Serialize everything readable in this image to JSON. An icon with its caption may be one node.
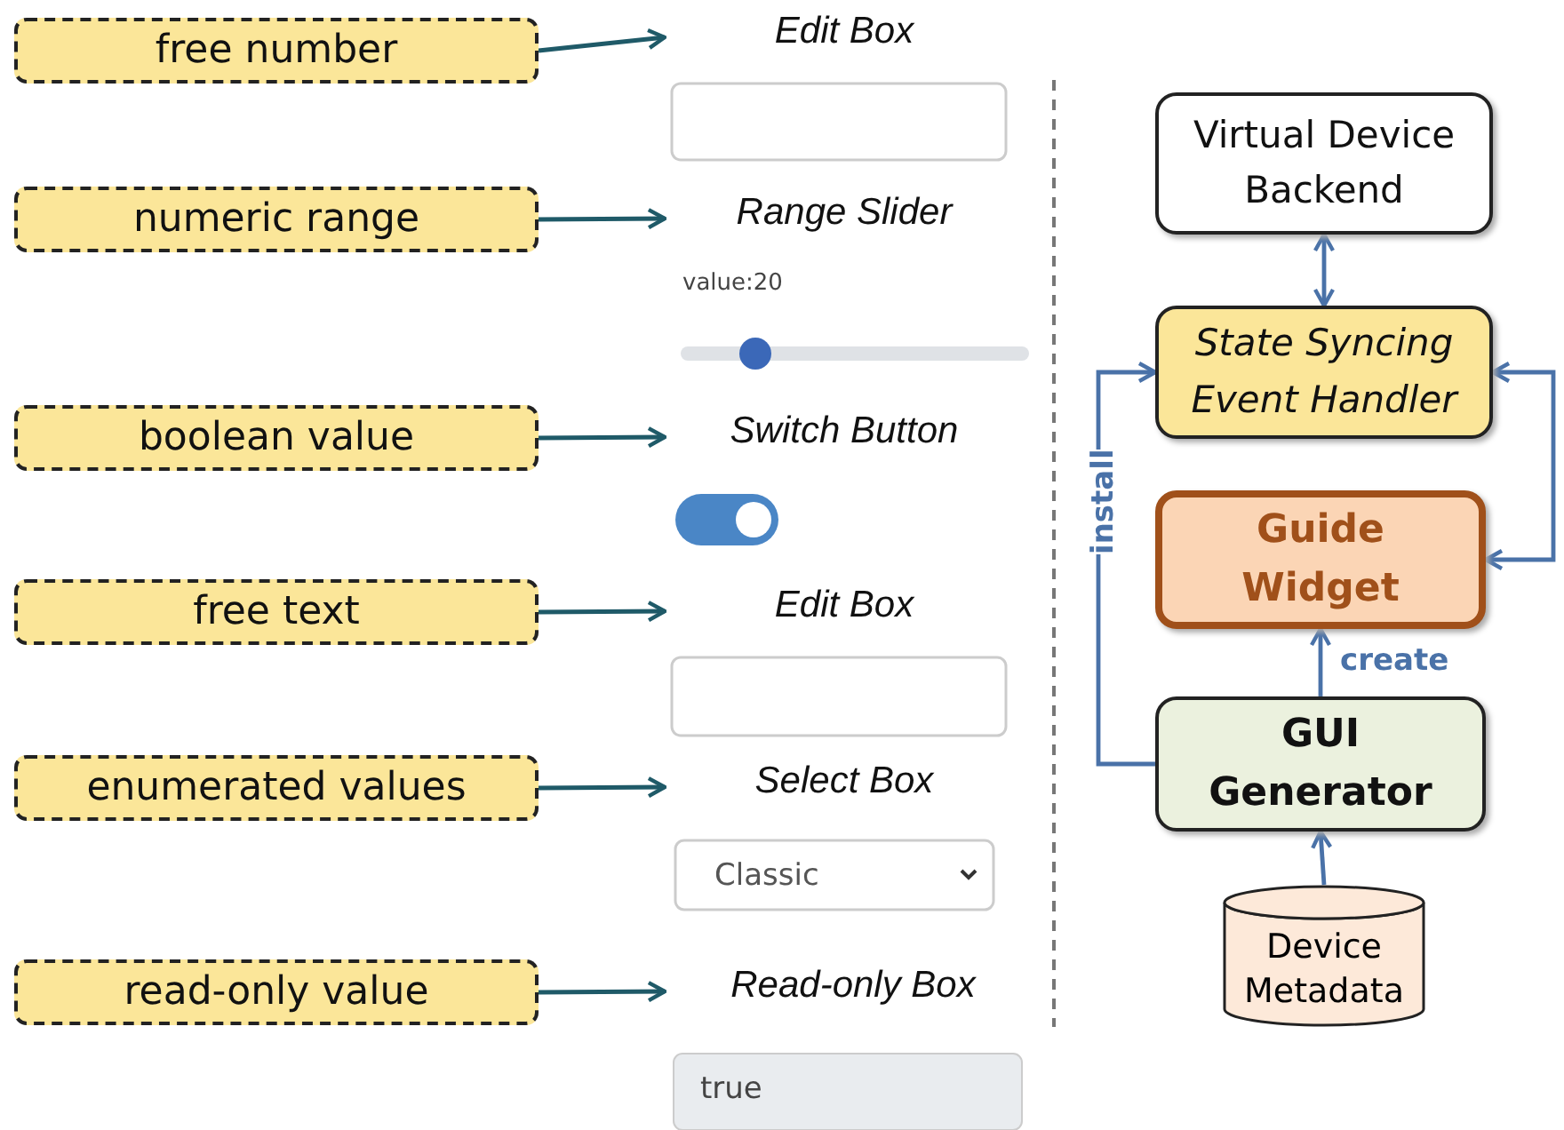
{
  "diagram": {
    "nodes": [
      {
        "text": [
          "free number"
        ]
      },
      {
        "text": [
          "Edit Box"
        ]
      },
      {
        "text": [
          "numeric range"
        ]
      },
      {
        "text": [
          "Range Slider"
        ]
      },
      {
        "text": [
          "boolean value"
        ]
      },
      {
        "text": [
          "Switch Button"
        ]
      },
      {
        "text": [
          "free text"
        ]
      },
      {
        "text": [
          "Edit Box"
        ]
      },
      {
        "text": [
          "enumerated values"
        ]
      },
      {
        "text": [
          "Select Box"
        ]
      },
      {
        "text": [
          "read-only value"
        ]
      },
      {
        "text": [
          "Read-only Box"
        ]
      },
      {
        "text": [
          "Virtual Device Backend"
        ]
      },
      {
        "text": [
          "State Syncing Event Handler"
        ]
      },
      {
        "text": [
          "Guide Widget"
        ]
      },
      {
        "text": [
          "GUI Generator"
        ]
      },
      {
        "text": [
          "Device Metadata"
        ]
      }
    ],
    "edges": [
      {
        "from": 0,
        "to": 1,
        "arrow": "to"
      },
      {
        "from": 2,
        "to": 3,
        "arrow": "to"
      },
      {
        "from": 4,
        "to": 5,
        "arrow": "to"
      },
      {
        "from": 6,
        "to": 7,
        "arrow": "to"
      },
      {
        "from": 8,
        "to": 9,
        "arrow": "to"
      },
      {
        "from": 10,
        "to": 11,
        "arrow": "to"
      },
      {
        "from": 12,
        "to": 13,
        "arrow": "both",
        "color": "#4a72a8"
      },
      {
        "from": 15,
        "to": 13,
        "arrow": "to",
        "label": "install",
        "color": "#4a72a8"
      },
      {
        "from": 13,
        "to": 14,
        "arrow": "both",
        "color": "#4a72a8"
      },
      {
        "from": 15,
        "to": 14,
        "arrow": "to",
        "label": "create",
        "color": "#4a72a8"
      },
      {
        "from": 16,
        "to": 15,
        "arrow": "to",
        "color": "#4a72a8"
      }
    ],
    "labels": [
      "value:20",
      "Classic",
      "true"
    ]
  }
}
